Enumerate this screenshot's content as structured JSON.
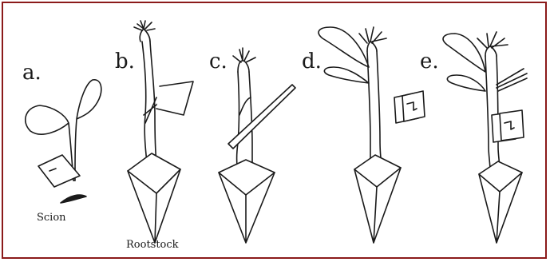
{
  "steps": [
    {
      "label": "a."
    },
    {
      "label": "b."
    },
    {
      "label": "c."
    },
    {
      "label": "d."
    },
    {
      "label": "e."
    }
  ],
  "captions": {
    "scion": "Scion",
    "rootstock": "Rootstock"
  },
  "colors": {
    "border": "#8b1a1a",
    "ink": "#1a1a1a",
    "background": "#ffffff"
  }
}
